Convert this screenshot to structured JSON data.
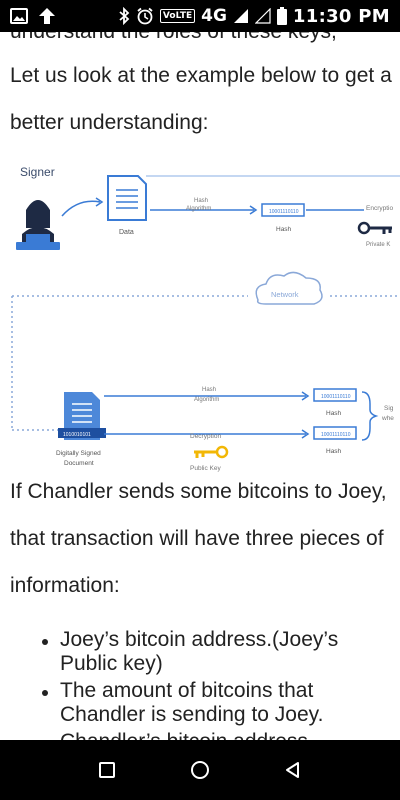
{
  "status_bar": {
    "time": "11:30 PM",
    "network": "4G",
    "volte": "VoLTE"
  },
  "article": {
    "cut_line": "understand the roles of these keys,",
    "intro": "Let us look at the example below to get a better understanding:",
    "after": "If Chandler sends some bitcoins to Joey, that transaction will have three pieces of information:",
    "bullets": [
      "Joey’s bitcoin address.(Joey’s Public key)",
      "The amount of bitcoins that Chandler is sending to Joey.",
      "Chandler’s bitcoin address"
    ]
  },
  "diagram": {
    "signer": "Signer",
    "data": "Data",
    "hash_algorithm_1": "Hash",
    "hash_algorithm_2": "Algorithm",
    "hash": "Hash",
    "hash_value": "10001110110",
    "encryption": "Encryptio",
    "private_key": "Private K",
    "network": "Network",
    "signed_doc_1": "Digitally Signed",
    "signed_doc_2": "Document",
    "doc_value": "1010010101",
    "decryption": "Decryption",
    "public_key": "Public Key",
    "side_1": "Sig",
    "side_2": "whe",
    "accent": "#3a7bd5",
    "key_yellow": "#f2b705"
  },
  "nav": {
    "icons": [
      "recents-square-icon",
      "home-circle-icon",
      "back-triangle-icon"
    ]
  }
}
